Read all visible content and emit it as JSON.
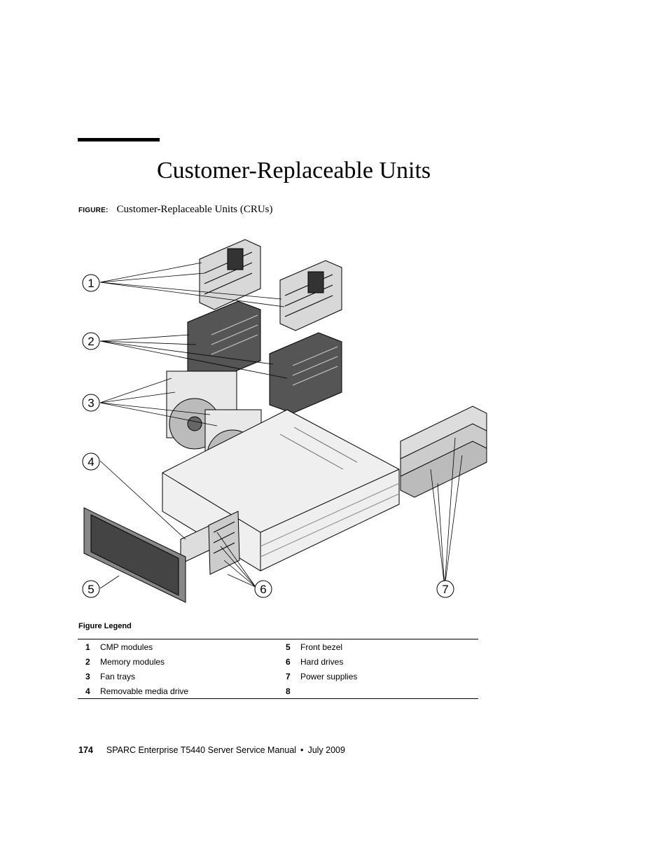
{
  "section": {
    "title": "Customer-Replaceable Units"
  },
  "figure": {
    "label": "FIGURE:",
    "caption": "Customer-Replaceable Units (CRUs)",
    "callouts": [
      "1",
      "2",
      "3",
      "4",
      "5",
      "6",
      "7"
    ]
  },
  "legend": {
    "heading": "Figure Legend",
    "rows": [
      {
        "left_num": "1",
        "left_text": "CMP modules",
        "right_num": "5",
        "right_text": "Front bezel"
      },
      {
        "left_num": "2",
        "left_text": "Memory modules",
        "right_num": "6",
        "right_text": "Hard drives"
      },
      {
        "left_num": "3",
        "left_text": "Fan trays",
        "right_num": "7",
        "right_text": "Power supplies"
      },
      {
        "left_num": "4",
        "left_text": "Removable media drive",
        "right_num": "8",
        "right_text": ""
      }
    ]
  },
  "footer": {
    "page_number": "174",
    "doc_title": "SPARC Enterprise T5440 Server Service Manual",
    "separator": "•",
    "date": "July 2009"
  }
}
